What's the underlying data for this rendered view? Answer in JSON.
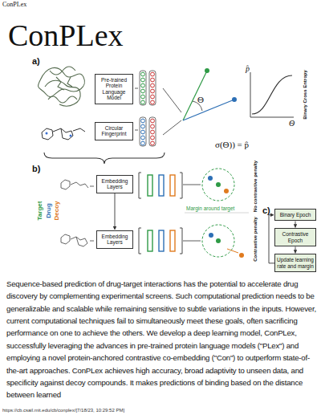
{
  "diagram": {
    "title": "ConPLex",
    "nodes": [
      {
        "text": [
          "Pre-trained Protein Language Model"
        ]
      },
      {
        "text": [
          "Circular Fingerprint"
        ]
      },
      {
        "text": [
          "Embedding Layers"
        ]
      },
      {
        "text": [
          "Embedding Layers"
        ]
      },
      {
        "text": [
          "Binary Epoch"
        ]
      },
      {
        "text": [
          "Contrastive Epoch"
        ]
      },
      {
        "text": [
          "Update learning rate and margin"
        ]
      }
    ],
    "edges": [
      {
        "from": 2,
        "to": 3,
        "arrow": "to"
      },
      {
        "from": 4,
        "to": 5,
        "arrow": "to"
      },
      {
        "from": 5,
        "to": 6,
        "arrow": "to"
      },
      {
        "from": 6,
        "to": 4,
        "arrow": "to"
      }
    ],
    "labels": [
      "ConPLex",
      "a)",
      "Θ",
      "p̂",
      "Θ",
      "Binary Cross Entropy",
      "σ(Θ)) = p̂",
      "b)",
      "Target",
      "Drug",
      "Decoy",
      "Margin around target",
      "No contrastive penalty",
      "Contrastive penalty",
      "c)",
      "Sequence-based prediction of drug-target interactions has the potential to accelerate drug discovery by complementing experimental screens. Such computational prediction needs to be generalizable and scalable while remaining sensitive to subtle variations in the inputs. However, current computational techniques fail to simultaneously meet these goals, often sacrificing performance on one to achieve the others. We develop a deep learning model, ConPLex, successfully leveraging the advances in pre-trained protein language models (\"PLex\") and employing a novel protein-anchored contrastive co-embedding (\"Con\") to outperform state-of-the-art approaches. ConPLex achieves high accuracy, broad adaptivity to unseen data, and specificity against decoy compounds. It makes predictions of binding based on the distance between learned",
      "https://cb.csail.mit.edu/cb/conplex/[7/18/23, 10:29:52 PM]"
    ]
  }
}
